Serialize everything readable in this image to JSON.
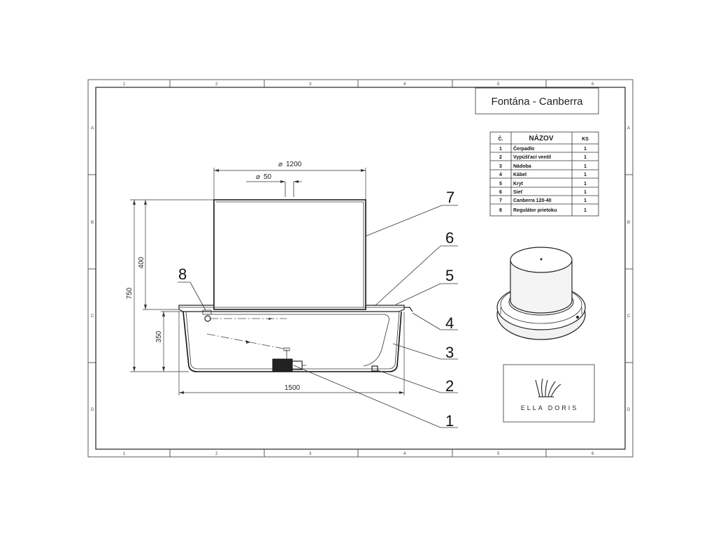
{
  "title": "Fontána - Canberra",
  "border": {
    "columns": [
      "1",
      "2",
      "3",
      "4",
      "5",
      "6"
    ],
    "rows": [
      "A",
      "B",
      "C",
      "D"
    ]
  },
  "parts_table": {
    "headers": [
      "Č.",
      "NÁZOV",
      "KS"
    ],
    "rows": [
      {
        "no": "1",
        "name": "Čerpadlo",
        "qty": "1"
      },
      {
        "no": "2",
        "name": "Vypúšťací ventil",
        "qty": "1"
      },
      {
        "no": "3",
        "name": "Nádoba",
        "qty": "1"
      },
      {
        "no": "4",
        "name": "Kábel",
        "qty": "1"
      },
      {
        "no": "5",
        "name": "Kryt",
        "qty": "1"
      },
      {
        "no": "6",
        "name": "Sieť",
        "qty": "1"
      },
      {
        "no": "7",
        "name": "Canberra 120-40",
        "qty": "1"
      },
      {
        "no": "8",
        "name": "Regulátor prietoku",
        "qty": "1"
      }
    ]
  },
  "dimensions": {
    "diameter_top": "1200",
    "diameter_nozzle": "50",
    "height_total": "750",
    "height_top": "400",
    "height_basin": "350",
    "width_basin": "1500"
  },
  "callouts": [
    "1",
    "2",
    "3",
    "4",
    "5",
    "6",
    "7",
    "8"
  ],
  "logo": {
    "text": "ELLA DORIS"
  }
}
